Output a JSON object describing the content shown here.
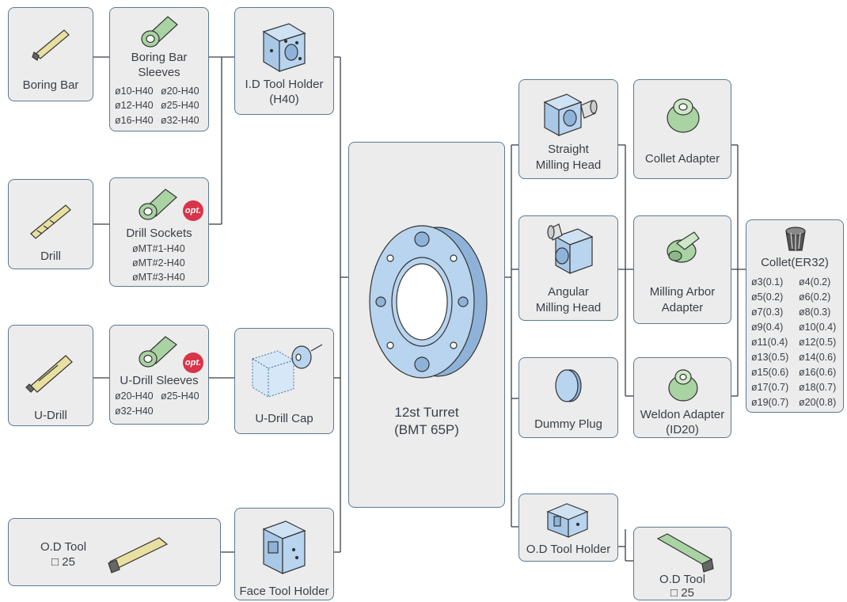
{
  "nodes": {
    "boring_bar": {
      "label": "Boring Bar"
    },
    "boring_bar_sleeves": {
      "label_line1": "Boring Bar",
      "label_line2": "Sleeves",
      "specs": [
        "ø10-H40",
        "ø20-H40",
        "ø12-H40",
        "ø25-H40",
        "ø16-H40",
        "ø32-H40"
      ]
    },
    "id_tool_holder": {
      "label_line1": "I.D Tool Holder",
      "label_line2": "(H40)"
    },
    "drill": {
      "label": "Drill"
    },
    "drill_sockets": {
      "label": "Drill Sockets",
      "badge": "opt.",
      "specs": [
        "øMT#1-H40",
        "øMT#2-H40",
        "øMT#3-H40"
      ]
    },
    "u_drill": {
      "label": "U-Drill"
    },
    "u_drill_sleeves": {
      "label": "U-Drill Sleeves",
      "badge": "opt.",
      "specs": [
        "ø20-H40",
        "ø25-H40",
        "ø32-H40"
      ]
    },
    "u_drill_cap": {
      "label": "U-Drill Cap"
    },
    "od_tool_left": {
      "label_line1": "O.D Tool",
      "label_line2": "□ 25"
    },
    "face_tool_holder": {
      "label": "Face Tool Holder"
    },
    "turret": {
      "label_line1": "12st Turret",
      "label_line2": "(BMT 65P)"
    },
    "straight_milling_head": {
      "label_line1": "Straight",
      "label_line2": "Milling Head"
    },
    "angular_milling_head": {
      "label_line1": "Angular",
      "label_line2": "Milling Head"
    },
    "dummy_plug": {
      "label": "Dummy Plug"
    },
    "od_tool_holder": {
      "label": "O.D Tool Holder"
    },
    "od_tool_right": {
      "label_line1": "O.D Tool",
      "label_line2": "□ 25"
    },
    "collet_adapter": {
      "label": "Collet Adapter"
    },
    "milling_arbor_adapter": {
      "label_line1": "Milling Arbor",
      "label_line2": "Adapter"
    },
    "weldon_adapter": {
      "label_line1": "Weldon Adapter",
      "label_line2": "(ID20)"
    },
    "collet": {
      "label": "Collet(ER32)",
      "specs": [
        "ø3(0.1)",
        "ø4(0.2)",
        "ø5(0.2)",
        "ø6(0.2)",
        "ø7(0.3)",
        "ø8(0.3)",
        "ø9(0.4)",
        "ø10(0.4)",
        "ø11(0.4)",
        "ø12(0.5)",
        "ø13(0.5)",
        "ø14(0.6)",
        "ø15(0.6)",
        "ø16(0.6)",
        "ø17(0.7)",
        "ø18(0.7)",
        "ø19(0.7)",
        "ø20(0.8)"
      ]
    }
  },
  "colors": {
    "box_fill": "#ececec",
    "box_border": "#5b7a92",
    "line": "#3a3f47",
    "part_blue": "#b8d4ee",
    "part_green": "#a9d3a2",
    "part_yellow": "#e8e0a0",
    "badge": "#d8344a"
  }
}
